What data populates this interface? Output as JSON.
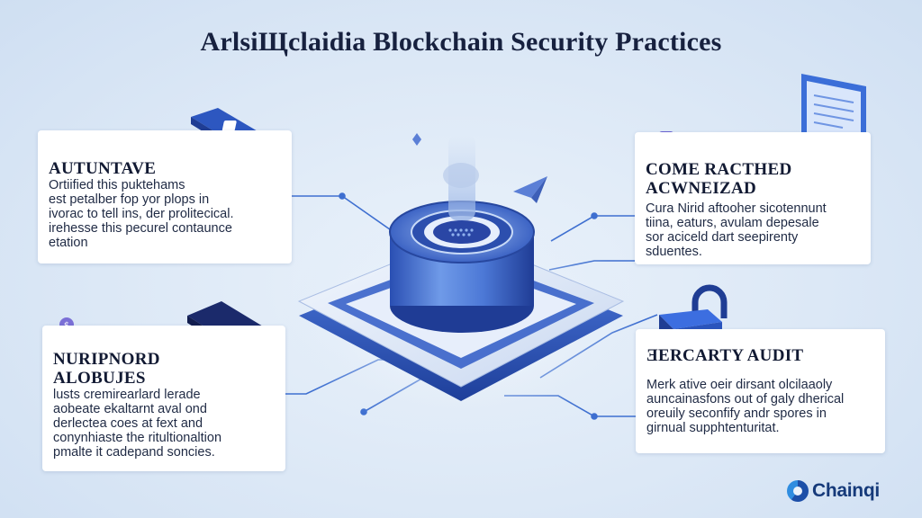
{
  "title": "ArlsiЩclaidia Blockchain Security Practices",
  "cards": {
    "top_left": {
      "heading": "AUTUNTAVE",
      "body": [
        "Ortiified this puktehams",
        "est petalber fop yor plops in",
        "ivorac to tell ins, der prolitecical.",
        "irehesse this pecurel contaunce",
        "etation"
      ]
    },
    "top_right": {
      "heading": [
        "COME RACTHED",
        "ACWNEIZAD"
      ],
      "body": [
        "Cura Nirid aftooher sicotennunt",
        "tiina, eaturs, avulam depesale",
        "sor aciceld dart seepirenty",
        "sduentes."
      ]
    },
    "bottom_left": {
      "heading": [
        "NURIPNORD",
        "ALOBUJES"
      ],
      "body": [
        "lusts cremirearlard lerade",
        "aobeate ekaltarnt aval ond",
        "derlectea coes at fext and",
        "conynhiaste the ritultionaltion",
        "pmalte it cadepand soncies."
      ]
    },
    "bottom_right": {
      "heading": "ƎERCARTY AUDIT",
      "body": [
        "Merk ative oeir dirsant olcilaaoly",
        "auncainasfons out of galy dherical",
        "oreuily seconfify andr spores in",
        "girnual supphtenturitat."
      ]
    }
  },
  "logo": {
    "text": "Chainqi"
  },
  "colors": {
    "accent": "#2f5fc9",
    "dark_navy": "#1b2a6b",
    "line": "#3e6fd0",
    "background": "#dce8f6"
  },
  "icons": {
    "server": "database-server-icon",
    "top_left": "credit-card-icon",
    "bottom_left": "dark-card-icon",
    "top_right": "laptop-icon",
    "bottom_right": "padlock-icon"
  }
}
